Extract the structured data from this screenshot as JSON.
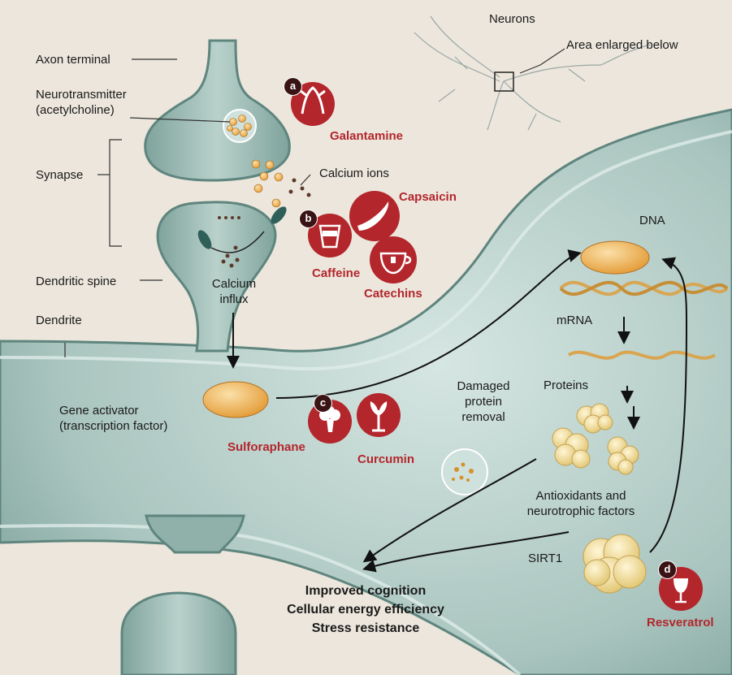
{
  "labels": {
    "neurons": "Neurons",
    "area_enlarged": "Area enlarged below",
    "axon_terminal": "Axon terminal",
    "neurotransmitter_line1": "Neurotransmitter",
    "neurotransmitter_line2": "(acetylcholine)",
    "synapse": "Synapse",
    "calcium_ions": "Calcium ions",
    "dendritic_spine": "Dendritic spine",
    "dendrite": "Dendrite",
    "calcium_influx_line1": "Calcium",
    "calcium_influx_line2": "influx",
    "gene_activator_line1": "Gene activator",
    "gene_activator_line2": "(transcription factor)",
    "dna": "DNA",
    "mrna": "mRNA",
    "proteins": "Proteins",
    "damaged_line1": "Damaged",
    "damaged_line2": "protein",
    "damaged_line3": "removal",
    "antioxidants_line1": "Antioxidants and",
    "antioxidants_line2": "neurotrophic factors",
    "sirt1": "SIRT1"
  },
  "compounds": {
    "galantamine": "Galantamine",
    "capsaicin": "Capsaicin",
    "caffeine": "Caffeine",
    "catechins": "Catechins",
    "sulforaphane": "Sulforaphane",
    "curcumin": "Curcumin",
    "resveratrol": "Resveratrol"
  },
  "badges": {
    "a": "a",
    "b": "b",
    "c": "c",
    "d": "d"
  },
  "outcomes": {
    "line1": "Improved cognition",
    "line2": "Cellular energy efficiency",
    "line3": "Stress resistance"
  },
  "colors": {
    "cell_fill": "#a9c4be",
    "cell_dark": "#6f948d",
    "compound_red": "#b3262c",
    "vesicle_orange": "#e8a33d",
    "nucleus_orange": "#eeb04f",
    "protein_yellow": "#f0dc9c"
  }
}
